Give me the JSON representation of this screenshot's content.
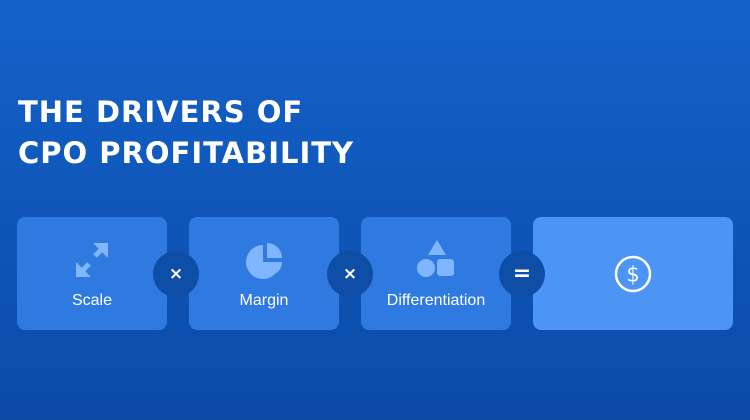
{
  "title": {
    "line1": "THE DRIVERS OF",
    "line2": "CPO PROFITABILITY"
  },
  "drivers": [
    {
      "label": "Scale",
      "icon": "expand-arrows-icon"
    },
    {
      "label": "Margin",
      "icon": "pie-chart-icon"
    },
    {
      "label": "Differentiation",
      "icon": "shapes-icon"
    }
  ],
  "operators": [
    "×",
    "×",
    "="
  ],
  "result": {
    "icon": "dollar-circle-icon"
  },
  "colors": {
    "background": "#1462c9",
    "card": "#2f7ae0",
    "result_card": "#4d95f5",
    "icon": "#7fb6ff",
    "operator_bg": "#0f4ea7",
    "text": "#ffffff"
  }
}
